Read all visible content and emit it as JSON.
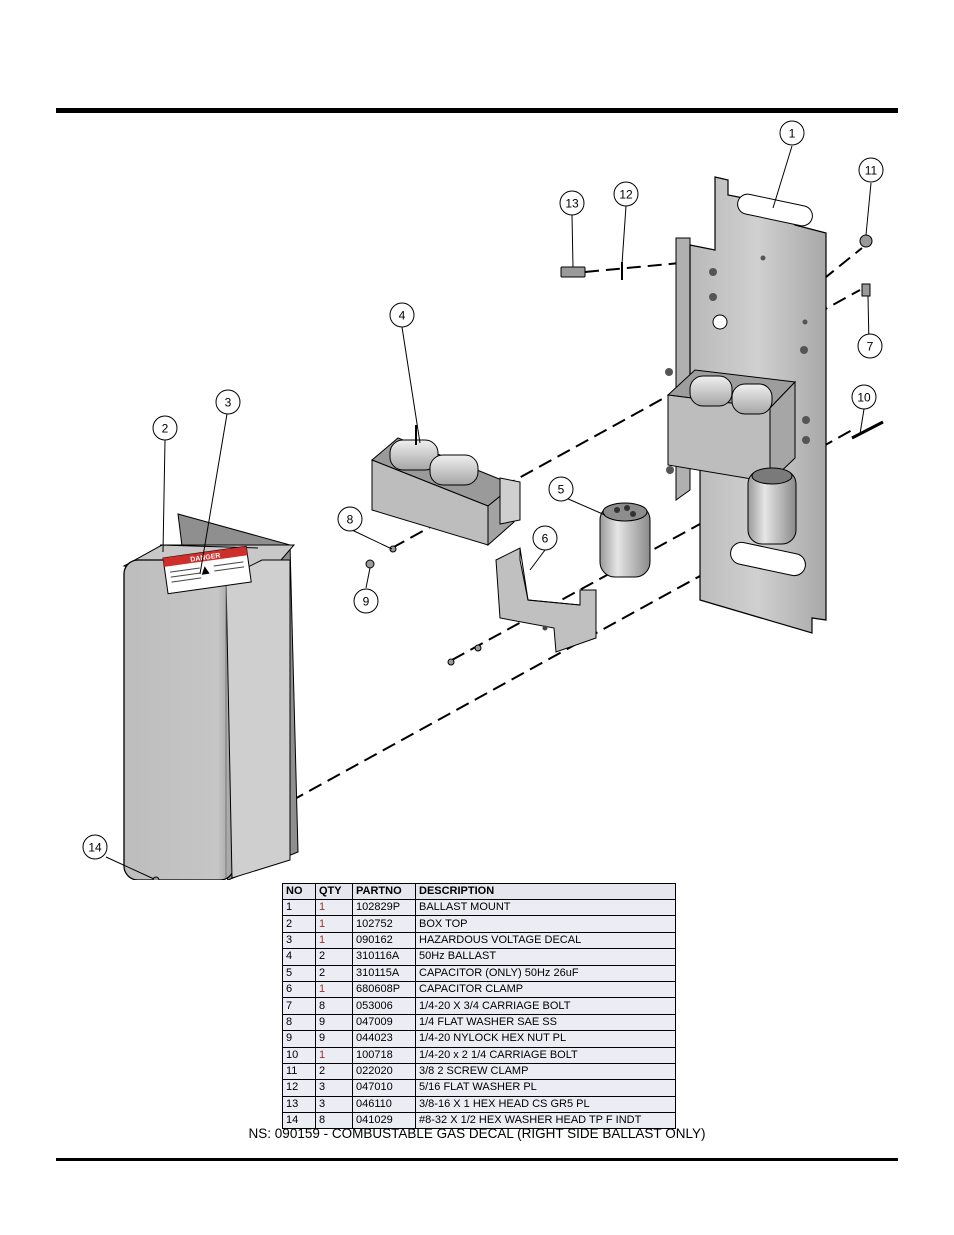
{
  "diagram": {
    "balloons": [
      "1",
      "2",
      "3",
      "4",
      "5",
      "6",
      "7",
      "8",
      "9",
      "10",
      "11",
      "12",
      "13",
      "14"
    ],
    "decal_text": "DANGER"
  },
  "table": {
    "headers": [
      "NO",
      "QTY",
      "PARTNO",
      "DESCRIPTION"
    ],
    "rows": [
      [
        "1",
        "1",
        "102829P",
        "BALLAST MOUNT"
      ],
      [
        "2",
        "1",
        "102752",
        "BOX TOP"
      ],
      [
        "3",
        "1",
        "090162",
        "HAZARDOUS VOLTAGE DECAL"
      ],
      [
        "4",
        "2",
        "310116A",
        "50Hz BALLAST"
      ],
      [
        "5",
        "2",
        "310115A",
        "CAPACITOR (ONLY) 50Hz 26uF"
      ],
      [
        "6",
        "1",
        "680608P",
        "CAPACITOR CLAMP"
      ],
      [
        "7",
        "8",
        "053006",
        "1/4-20 X 3/4 CARRIAGE BOLT"
      ],
      [
        "8",
        "9",
        "047009",
        "1/4 FLAT WASHER SAE SS"
      ],
      [
        "9",
        "9",
        "044023",
        "1/4-20 NYLOCK HEX NUT PL"
      ],
      [
        "10",
        "1",
        "100718",
        "1/4-20 x 2 1/4 CARRIAGE BOLT"
      ],
      [
        "11",
        "2",
        "022020",
        "3/8 2 SCREW CLAMP"
      ],
      [
        "12",
        "3",
        "047010",
        "5/16 FLAT WASHER PL"
      ],
      [
        "13",
        "3",
        "046110",
        "3/8-16 X 1 HEX HEAD CS GR5 PL"
      ],
      [
        "14",
        "8",
        "041029",
        "#8-32 X 1/2 HEX WASHER HEAD TP F INDT"
      ]
    ],
    "qty_red_rows": [
      0,
      1,
      2,
      5,
      9
    ]
  },
  "note": "NS: 090159 - COMBUSTABLE GAS DECAL (RIGHT SIDE BALLAST ONLY)"
}
